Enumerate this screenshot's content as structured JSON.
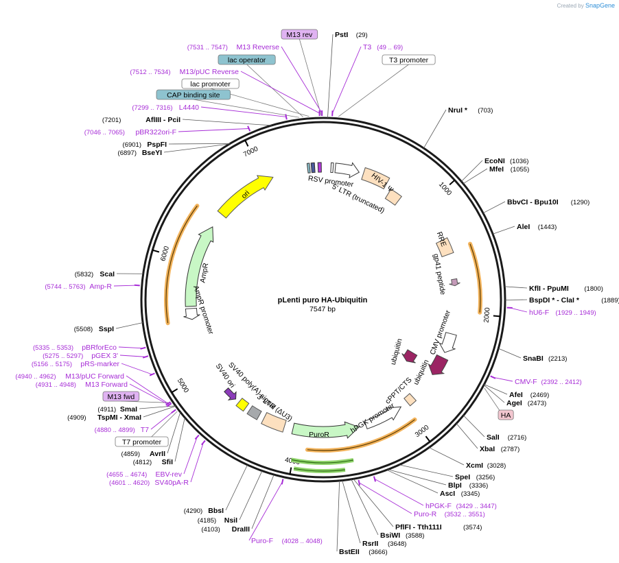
{
  "brand": {
    "prefix": "Created by",
    "name": "SnapGene"
  },
  "plasmid": {
    "name": "pLenti puro HA-Ubiquitin",
    "size": "7547 bp",
    "length": 7547
  },
  "colors": {
    "backbone": "#1a1a1a",
    "primer": "#a62bd6",
    "orf_orange": "#f2b35c",
    "ori_yellow": "#ffff00",
    "ampr_green": "#c8f7c5",
    "puror_green": "#c8f7c5",
    "ubiquitin": "#9b2463",
    "ltr_tan": "#fde0bf",
    "lac_operator_teal": "#8ec3cf",
    "primer_box": "#e0b3f2"
  },
  "ticks": [
    {
      "label": "1000",
      "pos": 1000
    },
    {
      "label": "2000",
      "pos": 2000
    },
    {
      "label": "3000",
      "pos": 3000
    },
    {
      "label": "4000",
      "pos": 4000
    },
    {
      "label": "5000",
      "pos": 5000
    },
    {
      "label": "6000",
      "pos": 6000
    },
    {
      "label": "7000",
      "pos": 7000
    }
  ],
  "sites": [
    {
      "name": "PstI",
      "pos": "(29)"
    },
    {
      "name": "NruI *",
      "pos": "(703)"
    },
    {
      "name": "EcoNI",
      "pos": "(1036)"
    },
    {
      "name": "MfeI",
      "pos": "(1055)"
    },
    {
      "name": "BbvCI - Bpu10I",
      "pos": "(1290)"
    },
    {
      "name": "AleI",
      "pos": "(1443)"
    },
    {
      "name": "KflI - PpuMI",
      "pos": "(1800)"
    },
    {
      "name": "BspDI * - ClaI *",
      "pos": "(1889)"
    },
    {
      "name": "SnaBI",
      "pos": "(2213)"
    },
    {
      "name": "AfeI",
      "pos": "(2469)"
    },
    {
      "name": "AgeI",
      "pos": "(2473)"
    },
    {
      "name": "SalI",
      "pos": "(2716)"
    },
    {
      "name": "XbaI",
      "pos": "(2787)"
    },
    {
      "name": "XcmI",
      "pos": "(3028)"
    },
    {
      "name": "SpeI",
      "pos": "(3256)"
    },
    {
      "name": "BlpI",
      "pos": "(3336)"
    },
    {
      "name": "AscI",
      "pos": "(3345)"
    },
    {
      "name": "PflFI - Tth111I",
      "pos": "(3574)"
    },
    {
      "name": "BsiWI",
      "pos": "(3588)"
    },
    {
      "name": "RsrII",
      "pos": "(3648)"
    },
    {
      "name": "BstEII",
      "pos": "(3666)"
    },
    {
      "name": "BbsI",
      "pos": "(4290)"
    },
    {
      "name": "NsiI",
      "pos": "(4185)"
    },
    {
      "name": "DraIII",
      "pos": "(4103)"
    },
    {
      "name": "AvrII",
      "pos": "(4859)"
    },
    {
      "name": "SfiI",
      "pos": "(4812)"
    },
    {
      "name": "SmaI",
      "pos": "(4911)"
    },
    {
      "name": "TspMI - XmaI",
      "pos": "(4909)"
    },
    {
      "name": "SspI",
      "pos": "(5508)"
    },
    {
      "name": "ScaI",
      "pos": "(5832)"
    },
    {
      "name": "PspFI",
      "pos": "(6901)"
    },
    {
      "name": "BseYI",
      "pos": "(6897)"
    },
    {
      "name": "AflIII - PciI",
      "pos": "(7201)"
    }
  ],
  "primers": [
    {
      "name": "M13 Reverse",
      "pos": "(7531 .. 7547)"
    },
    {
      "name": "T3",
      "pos": "(49 .. 69)"
    },
    {
      "name": "M13/pUC Reverse",
      "pos": "(7512 .. 7534)"
    },
    {
      "name": "L4440",
      "pos": "(7299 .. 7316)"
    },
    {
      "name": "pBR322ori-F",
      "pos": "(7046 .. 7065)"
    },
    {
      "name": "hU6-F",
      "pos": "(1929 .. 1949)"
    },
    {
      "name": "CMV-F",
      "pos": "(2392 .. 2412)"
    },
    {
      "name": "hPGK-F",
      "pos": "(3429 .. 3447)"
    },
    {
      "name": "Puro-R",
      "pos": "(3532 .. 3551)"
    },
    {
      "name": "Puro-F",
      "pos": "(4028 .. 4048)"
    },
    {
      "name": "EBV-rev",
      "pos": "(4655 .. 4674)"
    },
    {
      "name": "SV40pA-R",
      "pos": "(4601 .. 4620)"
    },
    {
      "name": "T7",
      "pos": "(4880 .. 4899)"
    },
    {
      "name": "M13 Forward",
      "pos": "(4931 .. 4948)"
    },
    {
      "name": "M13/pUC Forward",
      "pos": "(4940 .. 4962)"
    },
    {
      "name": "pRS-marker",
      "pos": "(5156 .. 5175)"
    },
    {
      "name": "pGEX 3'",
      "pos": "(5275 .. 5297)"
    },
    {
      "name": "pBRforEco",
      "pos": "(5335 .. 5353)"
    },
    {
      "name": "Amp-R",
      "pos": "(5744 .. 5763)"
    }
  ],
  "boxed_features": [
    {
      "name": "M13 rev"
    },
    {
      "name": "T3 promoter"
    },
    {
      "name": "lac operator"
    },
    {
      "name": "lac promoter"
    },
    {
      "name": "CAP binding site"
    },
    {
      "name": "HA"
    },
    {
      "name": "M13 fwd"
    },
    {
      "name": "T7 promoter"
    }
  ],
  "inner_features": [
    {
      "name": "RSV promoter"
    },
    {
      "name": "5' LTR (truncated)"
    },
    {
      "name": "HIV-1 Ψ"
    },
    {
      "name": "RRE"
    },
    {
      "name": "gp41 peptide"
    },
    {
      "name": "CMV promoter"
    },
    {
      "name": "ubiquitin"
    },
    {
      "name": "ubiquitin"
    },
    {
      "name": "cPPT/CTS"
    },
    {
      "name": "hPGK promoter"
    },
    {
      "name": "PuroR"
    },
    {
      "name": "3' LTR (ΔU3)"
    },
    {
      "name": "SV40 poly(A) signal"
    },
    {
      "name": "SV40 ori"
    },
    {
      "name": "AmpR promoter"
    },
    {
      "name": "AmpR"
    },
    {
      "name": "ori"
    }
  ]
}
